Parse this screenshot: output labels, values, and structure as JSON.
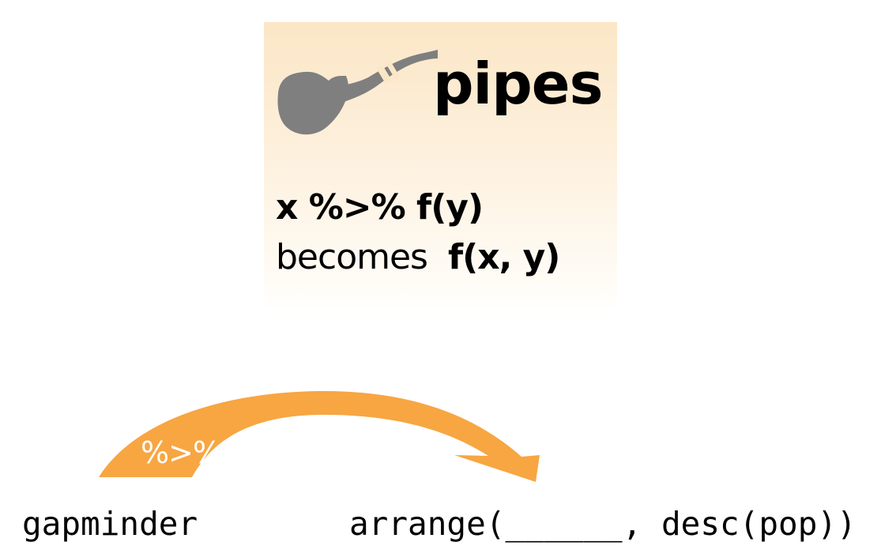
{
  "card": {
    "icon": "pipe-icon",
    "title": "pipes",
    "rule_line1": "x %>% f(y)",
    "rule_line2_prefix": "becomes",
    "rule_line2_bold": "f(x, y)"
  },
  "arrow": {
    "label": "%>%",
    "color": "#f7a642"
  },
  "code": {
    "left": "gapminder",
    "right": "arrange(______, desc(pop))"
  },
  "colors": {
    "card_top": "#fbe6c6",
    "icon": "#7f7f7f",
    "text": "#000000"
  }
}
